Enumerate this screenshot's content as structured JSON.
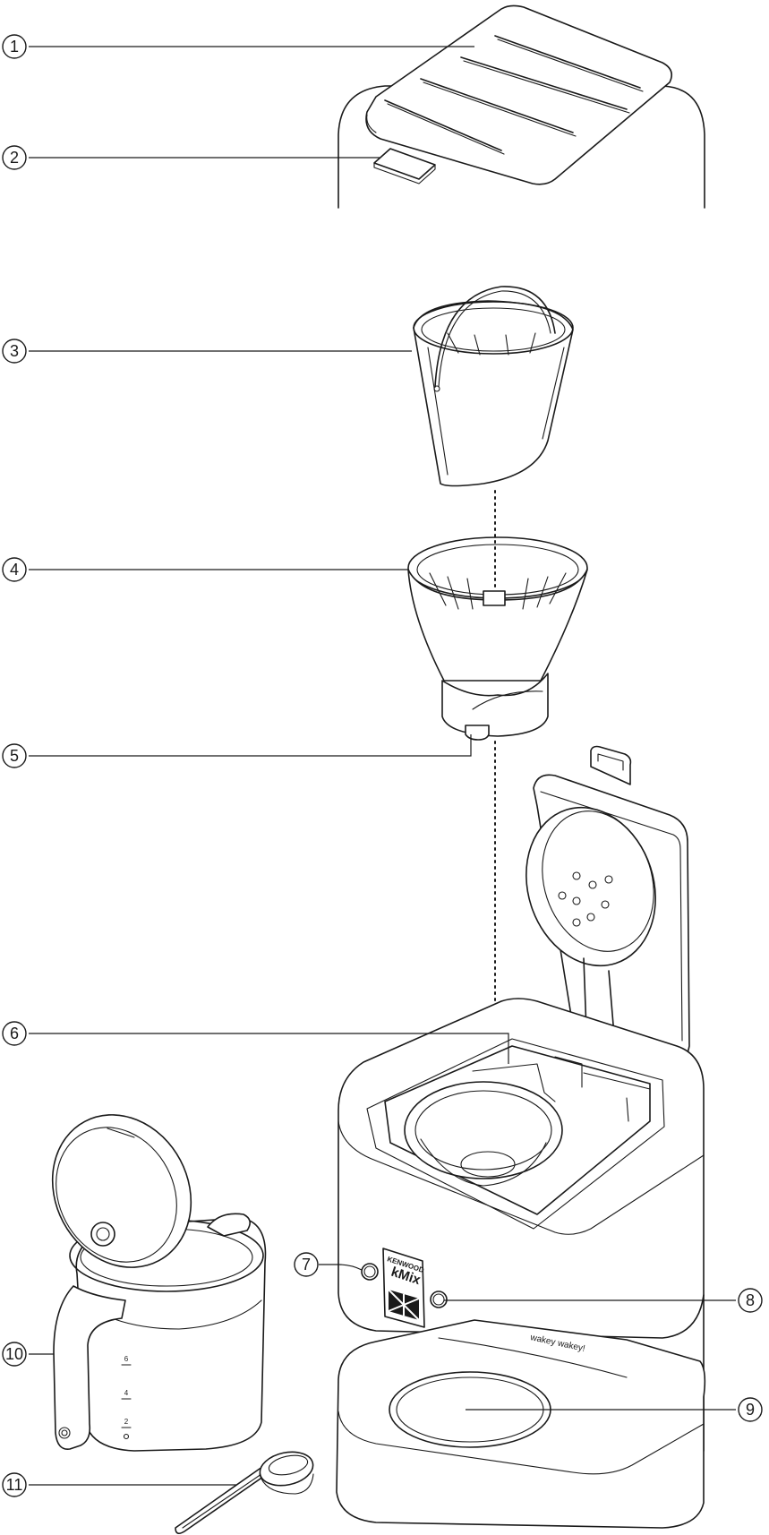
{
  "callouts": [
    {
      "id": "1",
      "label": "1"
    },
    {
      "id": "2",
      "label": "2"
    },
    {
      "id": "3",
      "label": "3"
    },
    {
      "id": "4",
      "label": "4"
    },
    {
      "id": "5",
      "label": "5"
    },
    {
      "id": "6",
      "label": "6"
    },
    {
      "id": "7",
      "label": "7"
    },
    {
      "id": "8",
      "label": "8"
    },
    {
      "id": "9",
      "label": "9"
    },
    {
      "id": "10",
      "label": "10"
    },
    {
      "id": "11",
      "label": "11"
    }
  ],
  "branding": {
    "brand": "KENWOOD",
    "model": "kMix",
    "tagline": "wakey wakey!"
  },
  "carafe_marks": [
    "6",
    "4",
    "2"
  ]
}
